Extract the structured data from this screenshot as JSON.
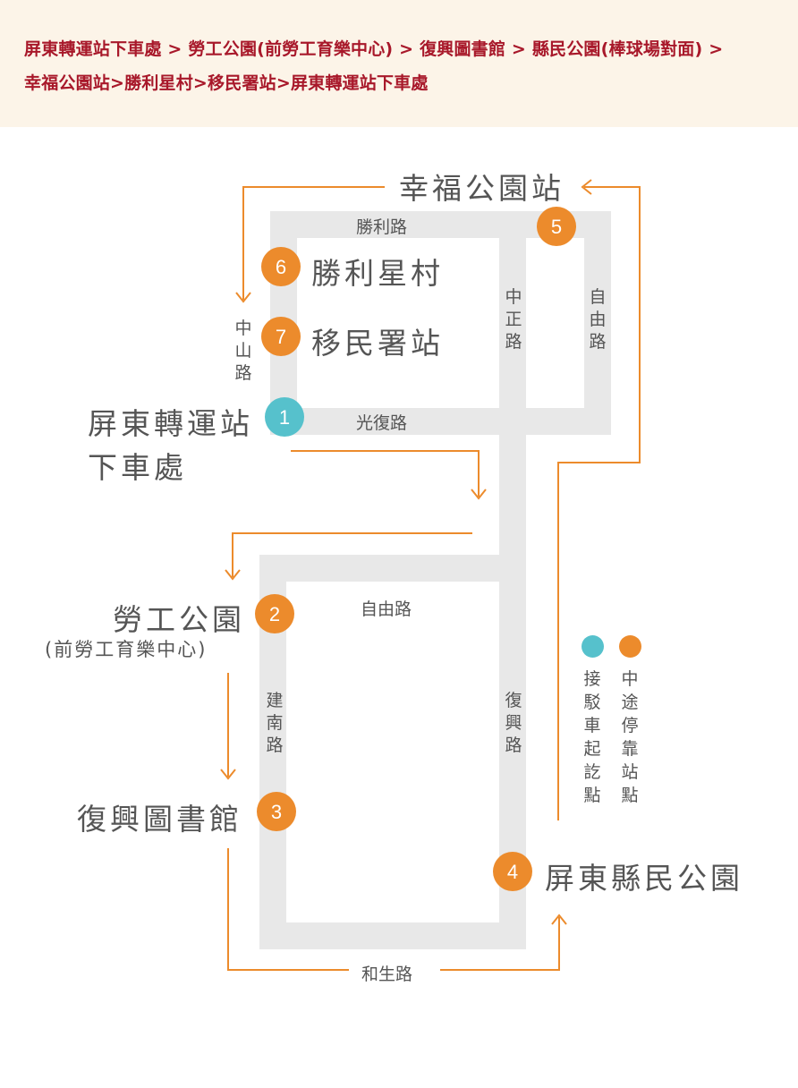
{
  "header": {
    "route_line1": "屏東轉運站下車處 > 勞工公園(前勞工育樂中心) > 復興圖書館 > 縣民公園(棒球場對面) >",
    "route_line2": "幸福公園站>勝利星村>移民署站>屏東轉運站下車處"
  },
  "colors": {
    "background": "#ffffff",
    "header_bg": "#fcf4e8",
    "header_text": "#a8182a",
    "road": "#e8e8e8",
    "route_arrow": "#ec8b2c",
    "stop_orange": "#ec8b2c",
    "stop_teal": "#56c1cc",
    "label_text": "#555555"
  },
  "stops": [
    {
      "number": "1",
      "name_line1": "屏東轉運站",
      "name_line2": "下車處",
      "type": "start"
    },
    {
      "number": "2",
      "name_line1": "勞工公園",
      "name_line2": "(前勞工育樂中心)",
      "type": "intermediate"
    },
    {
      "number": "3",
      "name_line1": "復興圖書館",
      "type": "intermediate"
    },
    {
      "number": "4",
      "name_line1": "屏東縣民公園",
      "type": "intermediate"
    },
    {
      "number": "5",
      "name_line1": "幸福公園站",
      "type": "intermediate"
    },
    {
      "number": "6",
      "name_line1": "勝利星村",
      "type": "intermediate"
    },
    {
      "number": "7",
      "name_line1": "移民署站",
      "type": "intermediate"
    }
  ],
  "roads": {
    "shengli": "勝利路",
    "zhongzheng": "中正路",
    "ziyou_north": "自由路",
    "zhongshan": "中山路",
    "guangfu": "光復路",
    "ziyou_south": "自由路",
    "jiannan": "建南路",
    "fuxing": "復興路",
    "hesheng": "和生路"
  },
  "legend": {
    "start_label": "接駁車起訖點",
    "mid_label": "中途停靠站點"
  }
}
